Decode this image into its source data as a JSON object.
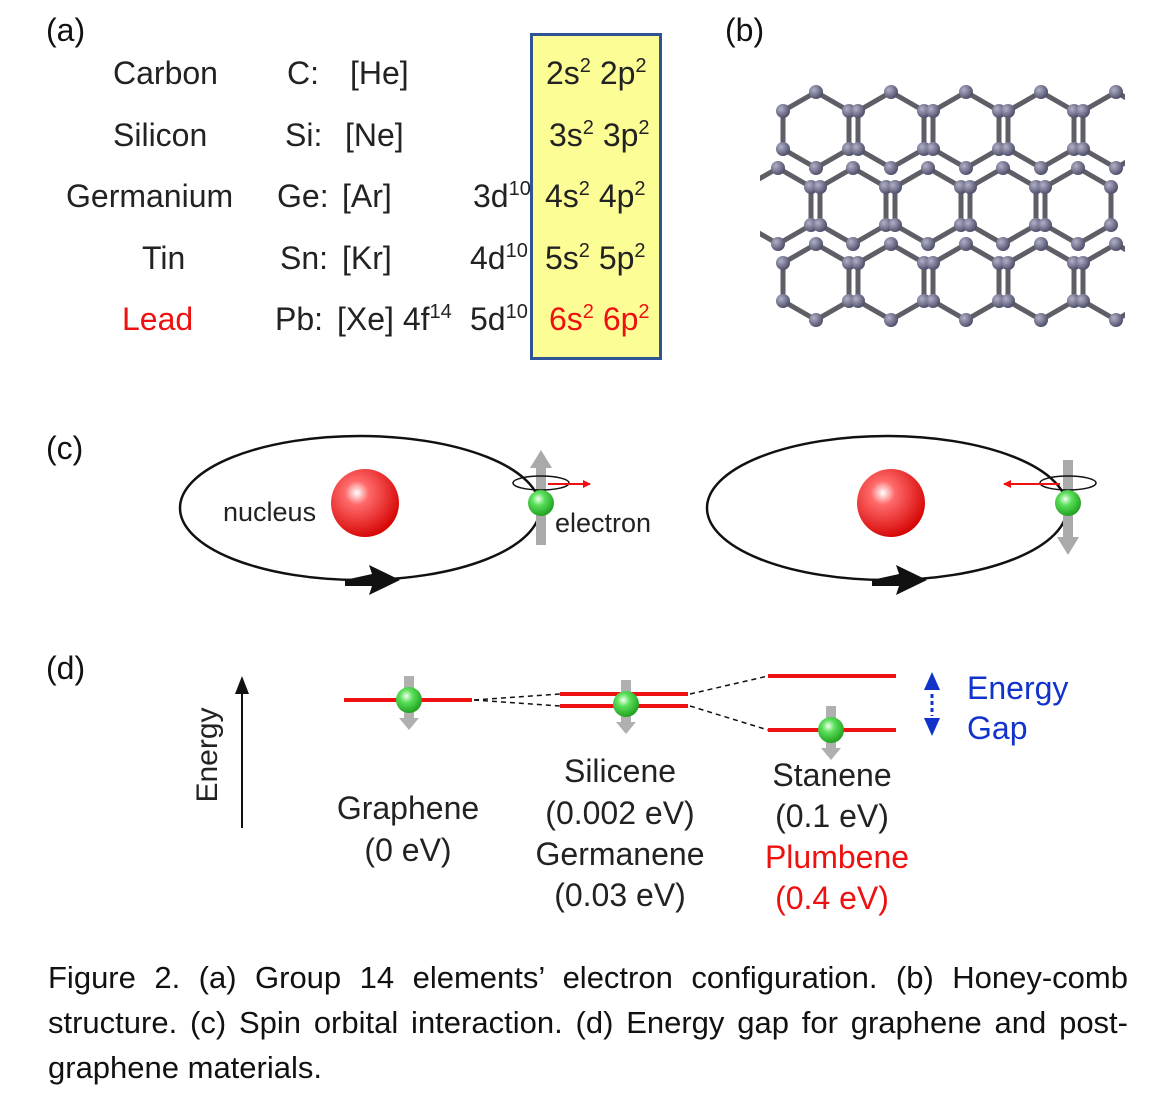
{
  "panels": {
    "a": "(a)",
    "b": "(b)",
    "c": "(c)",
    "d": "(d)"
  },
  "elements": [
    {
      "name": "Carbon",
      "symbol": "C:",
      "core": "[He]",
      "inner": "",
      "inner_sup": "",
      "s": "2s",
      "p": "2p",
      "s_sup": "2",
      "p_sup": "2"
    },
    {
      "name": "Silicon",
      "symbol": "Si:",
      "core": "[Ne]",
      "inner": "",
      "inner_sup": "",
      "s": "3s",
      "p": "3p",
      "s_sup": "2",
      "p_sup": "2"
    },
    {
      "name": "Germanium",
      "symbol": "Ge:",
      "core": "[Ar]",
      "inner": "3d",
      "inner_sup": "10",
      "s": "4s",
      "p": "4p",
      "s_sup": "2",
      "p_sup": "2"
    },
    {
      "name": "Tin",
      "symbol": "Sn:",
      "core": "[Kr]",
      "inner": "4d",
      "inner_sup": "10",
      "s": "5s",
      "p": "5p",
      "s_sup": "2",
      "p_sup": "2"
    },
    {
      "name": "Lead",
      "symbol": "Pb:",
      "core": "[Xe] 4f",
      "core_sup": "14",
      "inner": "5d",
      "inner_sup": "10",
      "s": "6s",
      "p": "6p",
      "s_sup": "2",
      "p_sup": "2"
    }
  ],
  "spin_labels": {
    "nucleus": "nucleus",
    "electron": "electron"
  },
  "energy": {
    "axis_label": "Energy",
    "gap_label_1": "Energy",
    "gap_label_2": "Gap",
    "graphene_name": "Graphene",
    "graphene_gap": "(0 eV)",
    "silicene_name": "Silicene",
    "silicene_gap": "(0.002 eV)",
    "germanene_name": "Germanene",
    "germanene_gap": "(0.03 eV)",
    "stanene_name": "Stanene",
    "stanene_gap": "(0.1 eV)",
    "plumbene_name": "Plumbene",
    "plumbene_gap": "(0.4 eV)"
  },
  "caption": "Figure 2. (a) Group 14 elements’ electron configuration. (b) Honey-comb structure. (c) Spin orbital interaction. (d) Energy gap for graphene and post-graphene materials.",
  "colors": {
    "highlight": "#fdfd96",
    "highlight_border": "#2f5496",
    "red": "#ee1111",
    "blue": "#1133cc",
    "atom": "#5a5a78"
  }
}
